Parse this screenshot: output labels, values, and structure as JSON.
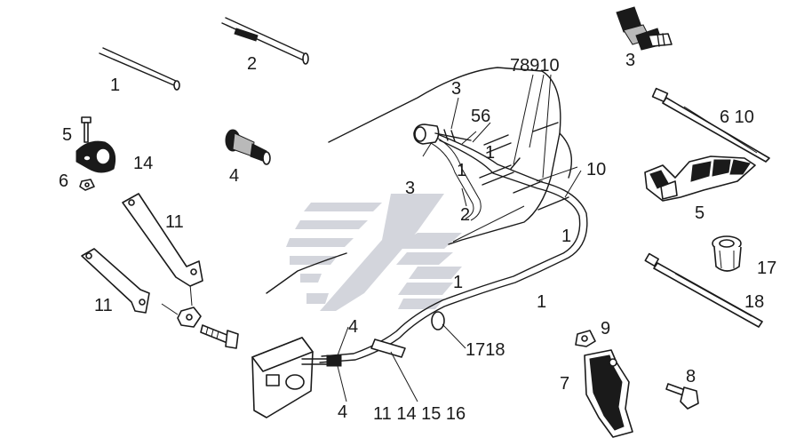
{
  "diagram": {
    "labels": [
      {
        "id": "lbl-1-tube",
        "text": "1"
      },
      {
        "id": "lbl-2-tube",
        "text": "2"
      },
      {
        "id": "lbl-3-connector",
        "text": "3"
      },
      {
        "id": "lbl-78910",
        "text": "78910"
      },
      {
        "id": "lbl-3-tank-top",
        "text": "3"
      },
      {
        "id": "lbl-56",
        "text": "56"
      },
      {
        "id": "lbl-1-tank-a",
        "text": "1"
      },
      {
        "id": "lbl-1-tank-b",
        "text": "1"
      },
      {
        "id": "lbl-3-tank",
        "text": "3"
      },
      {
        "id": "lbl-2-tank",
        "text": "2"
      },
      {
        "id": "lbl-10-tank",
        "text": "10"
      },
      {
        "id": "lbl-1-tank-c",
        "text": "1"
      },
      {
        "id": "lbl-1-tank-d",
        "text": "1"
      },
      {
        "id": "lbl-1-line",
        "text": "1"
      },
      {
        "id": "lbl-5-bolt",
        "text": "5"
      },
      {
        "id": "lbl-14-clamp",
        "text": "14"
      },
      {
        "id": "lbl-6-nut",
        "text": "6"
      },
      {
        "id": "lbl-4-fitting",
        "text": "4"
      },
      {
        "id": "lbl-11-bracket-a",
        "text": "11"
      },
      {
        "id": "lbl-11-bracket-b",
        "text": "11"
      },
      {
        "id": "lbl-610-tie",
        "text": "6 10"
      },
      {
        "id": "lbl-5-clip",
        "text": "5"
      },
      {
        "id": "lbl-17-nut",
        "text": "17"
      },
      {
        "id": "lbl-18-tie",
        "text": "18"
      },
      {
        "id": "lbl-4-pump-top",
        "text": "4"
      },
      {
        "id": "lbl-4-pump-bottom",
        "text": "4"
      },
      {
        "id": "lbl-1718",
        "text": "1718"
      },
      {
        "id": "lbl-11141516",
        "text": "11 14 15 16"
      },
      {
        "id": "lbl-9-nut",
        "text": "9"
      },
      {
        "id": "lbl-8-bolt",
        "text": "8"
      },
      {
        "id": "lbl-7-bracket",
        "text": "7"
      }
    ]
  }
}
